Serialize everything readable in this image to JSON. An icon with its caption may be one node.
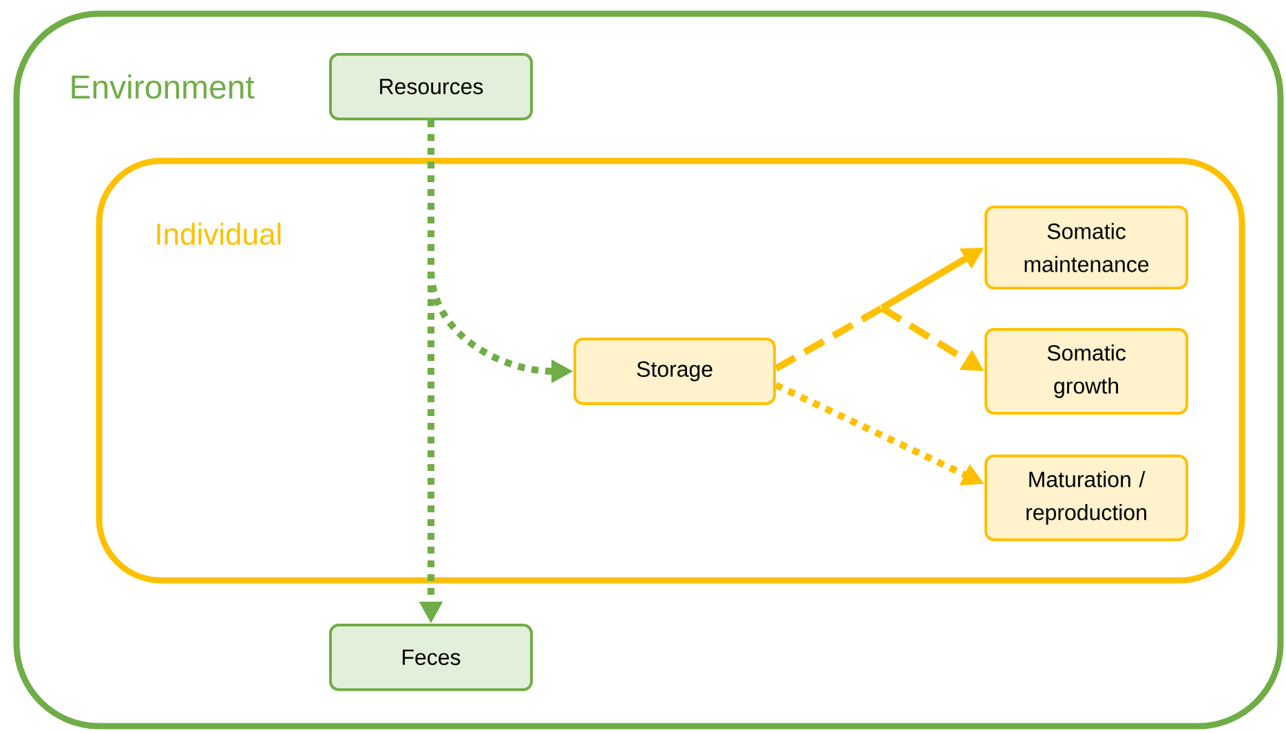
{
  "diagram": {
    "nodes": [
      {
        "text": [
          "Environment"
        ]
      },
      {
        "text": [
          "Resources"
        ],
        "in": 0
      },
      {
        "text": [
          "Individual"
        ],
        "in": 0
      },
      {
        "text": [
          "Storage"
        ],
        "in": 2
      },
      {
        "text": [
          "Somatic maintenance"
        ],
        "in": 2
      },
      {
        "text": [
          "Somatic growth"
        ],
        "in": 2
      },
      {
        "text": [
          "Maturation / reproduction"
        ],
        "in": 2
      },
      {
        "text": [
          "Feces"
        ],
        "in": 0
      }
    ],
    "edges": [
      {
        "from": 1,
        "to": 7,
        "arrow": "to",
        "style": "dashed",
        "color": "#70ad47"
      },
      {
        "from": 1,
        "to": 3,
        "arrow": "to",
        "style": "dashed",
        "color": "#70ad47"
      },
      {
        "from": 3,
        "to": 4,
        "arrow": "to",
        "color": "#ffc000"
      },
      {
        "from": 3,
        "to": 5,
        "arrow": "to",
        "style": "dashed",
        "color": "#ffc000"
      },
      {
        "from": 3,
        "to": 6,
        "arrow": "to",
        "style": "dashed",
        "color": "#ffc000"
      }
    ]
  }
}
